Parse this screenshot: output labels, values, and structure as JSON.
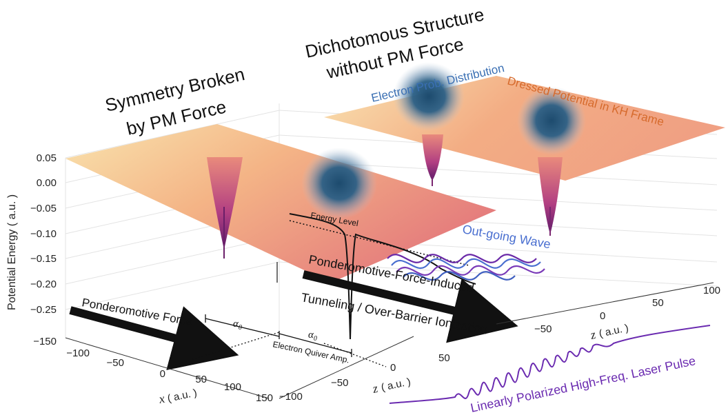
{
  "headlines": {
    "symmetry_line1": "Symmetry Broken",
    "symmetry_line2": "by PM Force",
    "dichotomous_line1": "Dichotomous Structure",
    "dichotomous_line2": "without PM Force"
  },
  "labels": {
    "electron_prob": "Electron Prob. Distribution",
    "dressed_potential": "Dressed Potential in KH Frame",
    "energy_level": "Energy Level",
    "outgoing_wave": "Out-going Wave",
    "pm_induced": "Ponderomotive-Force-Induced",
    "tunneling": "Tunneling / Over-Barrier Ionization",
    "pm_force": "Ponderomotive Force",
    "alpha0_upper": "α",
    "alpha0_lower": "α",
    "alpha_sub": "0",
    "quiver": "Electron Quiver Amp.",
    "laser_pulse": "Linearly Polarized High-Freq. Laser Pulse"
  },
  "axes": {
    "y_title": "Potential Energy ( a.u. )",
    "y_ticks": [
      "0.05",
      "0.00",
      "−0.05",
      "−0.10",
      "−0.15",
      "−0.20",
      "−0.25"
    ],
    "x_var": "x",
    "x_unit": "( a.u. )",
    "x_ticks": [
      "−150",
      "−100",
      "−50",
      "0",
      "50",
      "100",
      "150"
    ],
    "z_var": "z",
    "z_unit": "( a.u. )",
    "z_front_ticks": [
      "−100",
      "−50",
      "0",
      "50"
    ],
    "z_back_ticks": [
      "−50",
      "0",
      "50",
      "100"
    ]
  },
  "colors": {
    "surface_light": "#f8dfa8",
    "surface_mid": "#f3a97c",
    "surface_dark": "#e0727a",
    "well": "#8a2a7a",
    "electron_cloud": "#1f4f73",
    "electron_label": "#3a6fb3",
    "dressed_label": "#d66a2c",
    "wave_purple": "#6a2aa8",
    "wave_blue": "#4a6fd0",
    "laser": "#6a2ab0"
  }
}
